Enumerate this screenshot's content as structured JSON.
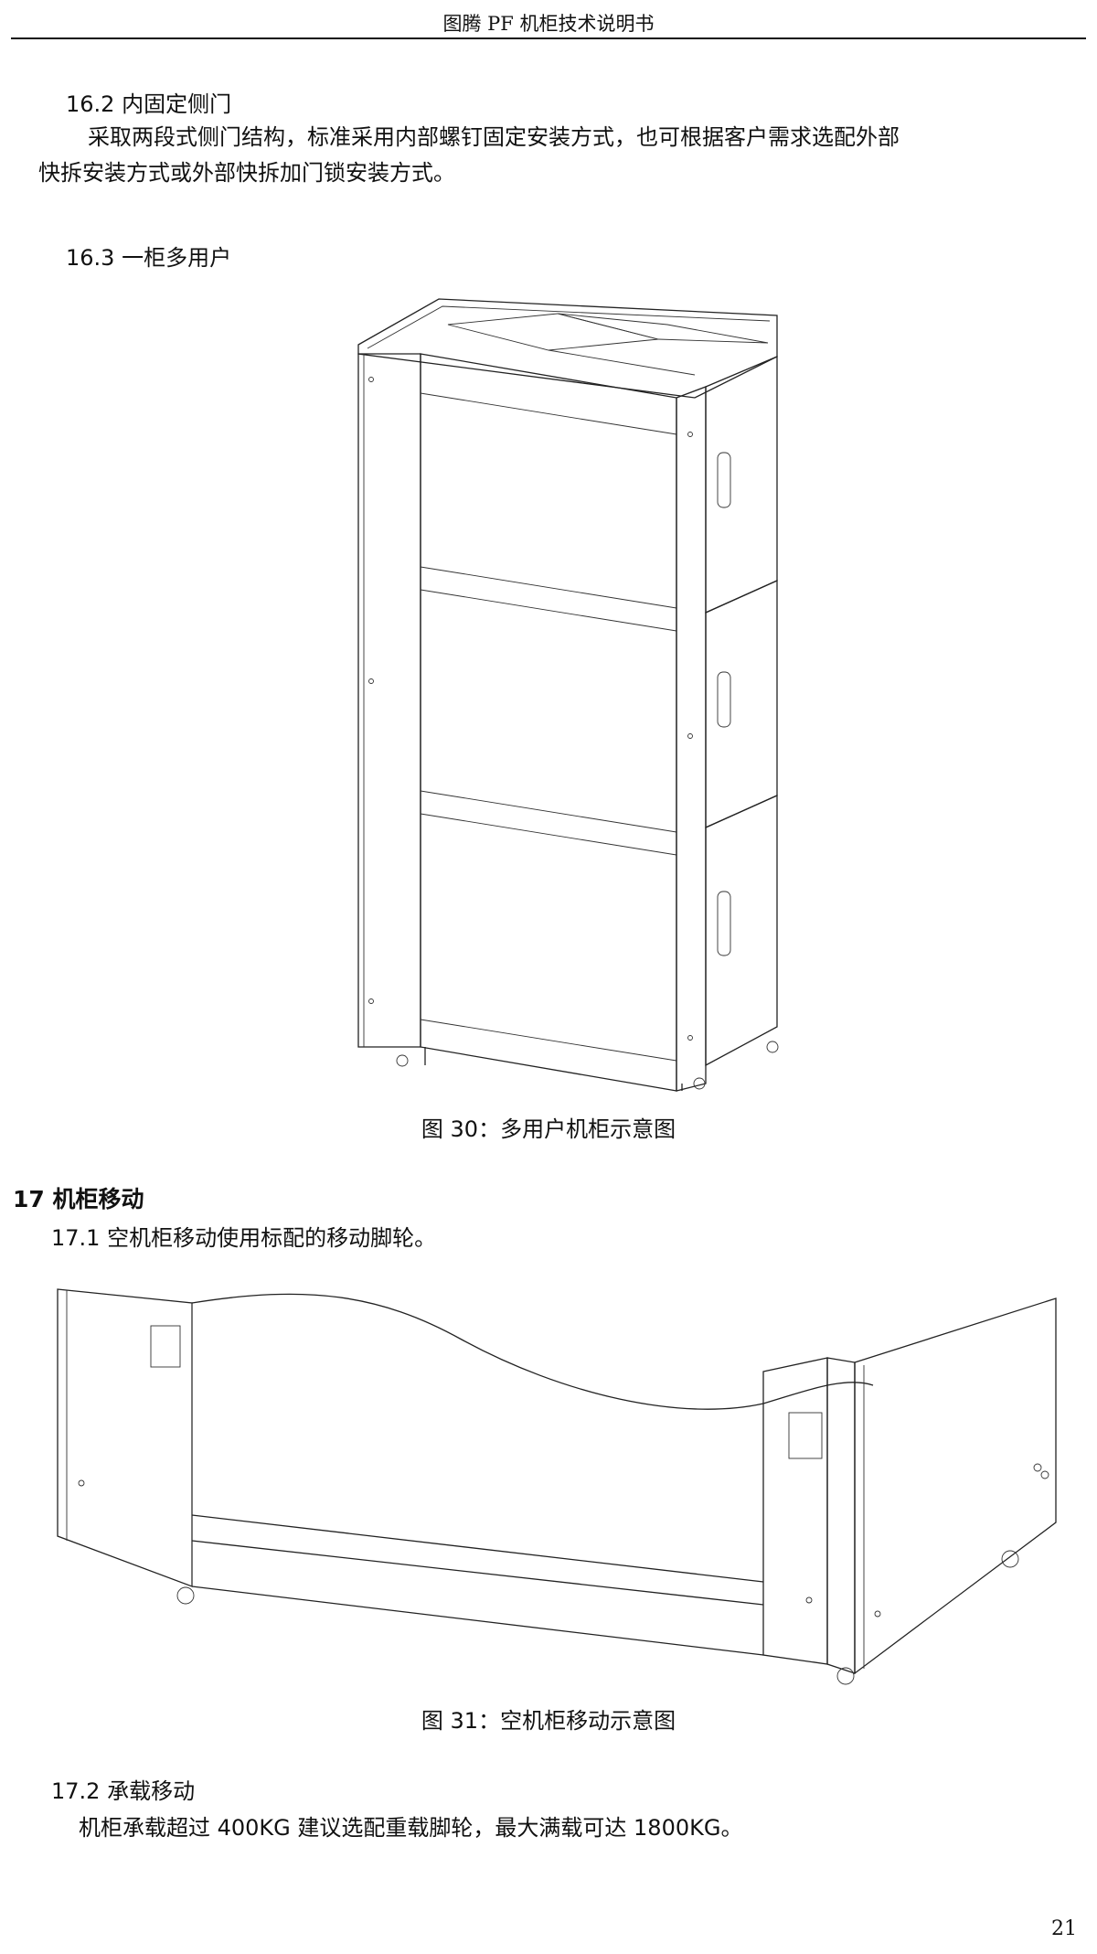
{
  "header": {
    "title": "图腾 PF 机柜技术说明书"
  },
  "section_16_2": {
    "heading": "16.2  内固定侧门",
    "body_line1": "采取两段式侧门结构，标准采用内部螺钉固定安装方式，也可根据客户需求选配外部",
    "body_line2": "快拆安装方式或外部快拆加门锁安装方式。"
  },
  "section_16_3": {
    "heading": "16.3  一柜多用户"
  },
  "figure_30": {
    "caption": "图 30：多用户机柜示意图"
  },
  "section_17": {
    "heading": "17  机柜移动",
    "sub_17_1": "17.1 空机柜移动使用标配的移动脚轮。"
  },
  "figure_31": {
    "caption": "图 31：空机柜移动示意图"
  },
  "section_17_2": {
    "heading": "17.2  承载移动",
    "body": "机柜承载超过 400KG 建议选配重载脚轮，最大满载可达 1800KG。"
  },
  "page": {
    "number": "21"
  }
}
